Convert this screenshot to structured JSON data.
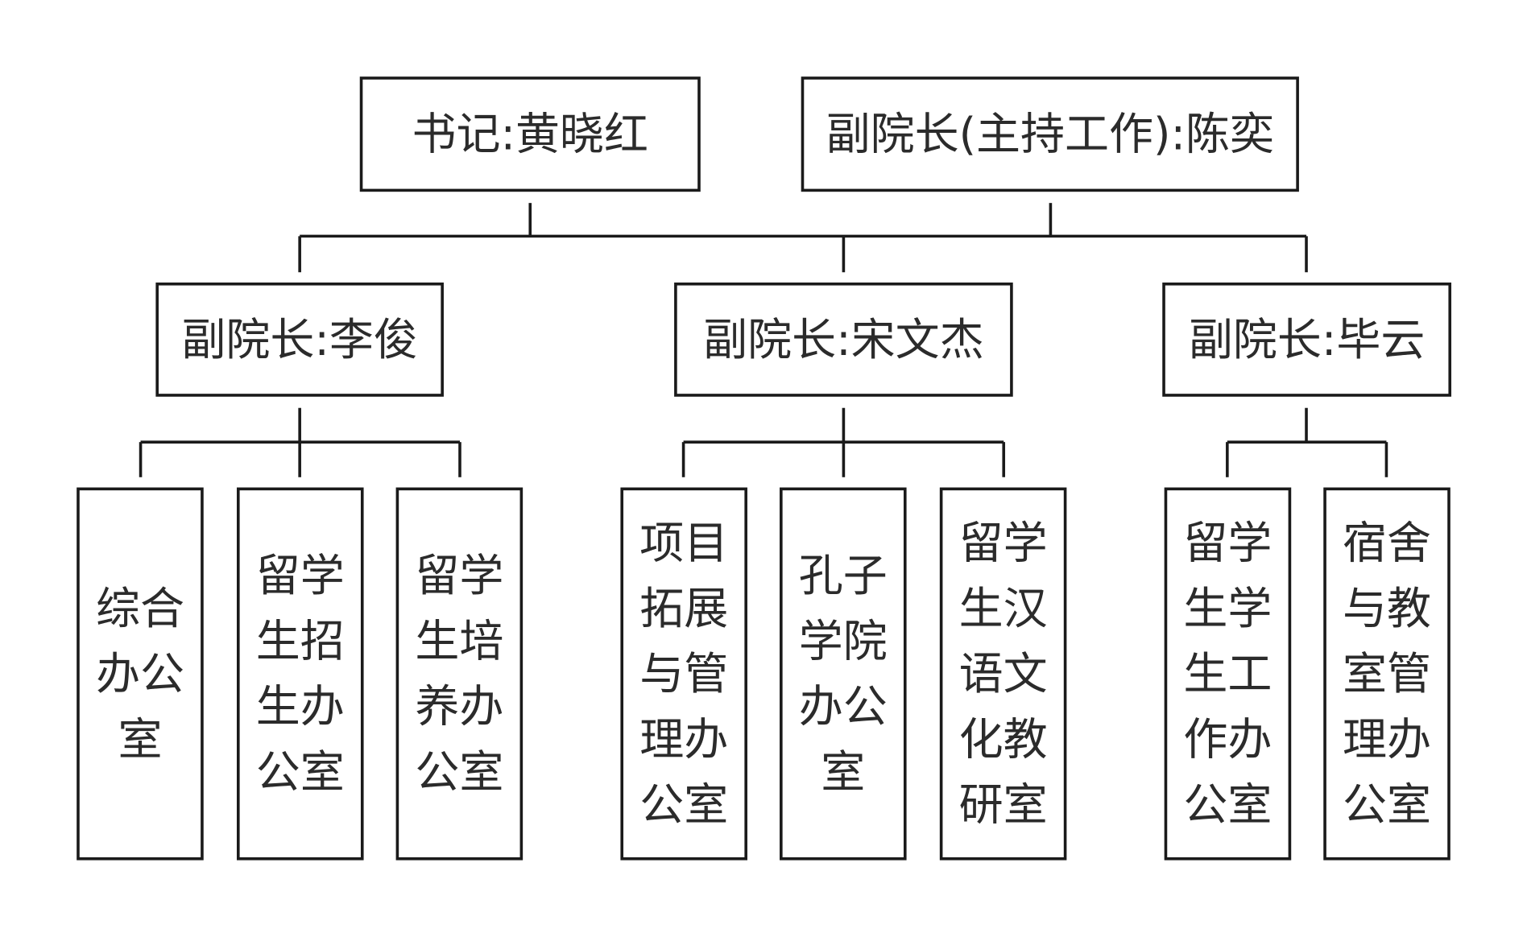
{
  "org_chart": {
    "leaders": [
      {
        "id": "secretary",
        "label": "书记:黄晓红"
      },
      {
        "id": "president",
        "label": "副院长(主持工作):陈奕"
      }
    ],
    "vice_presidents": [
      {
        "id": "vp-li",
        "label": "副院长:李俊"
      },
      {
        "id": "vp-song",
        "label": "副院长:宋文杰"
      },
      {
        "id": "vp-bi",
        "label": "副院长:毕云"
      }
    ],
    "offices": [
      {
        "id": "office-general",
        "parent": "vp-li",
        "label": "综合办公室",
        "lines": [
          "综合",
          "办公",
          "室"
        ]
      },
      {
        "id": "office-recruit",
        "parent": "vp-li",
        "label": "留学生招生办公室",
        "lines": [
          "留学",
          "生招",
          "生办",
          "公室"
        ]
      },
      {
        "id": "office-training",
        "parent": "vp-li",
        "label": "留学生培养办公室",
        "lines": [
          "留学",
          "生培",
          "养办",
          "公室"
        ]
      },
      {
        "id": "office-projects",
        "parent": "vp-song",
        "label": "项目拓展与管理办公室",
        "lines": [
          "项目",
          "拓展",
          "与管",
          "理办",
          "公室"
        ]
      },
      {
        "id": "office-confucius",
        "parent": "vp-song",
        "label": "孔子学院办公室",
        "lines": [
          "孔子",
          "学院",
          "办公",
          "室"
        ]
      },
      {
        "id": "office-chinese",
        "parent": "vp-song",
        "label": "留学生汉语文化教研室",
        "lines": [
          "留学",
          "生汉",
          "语文",
          "化教",
          "研室"
        ]
      },
      {
        "id": "office-student-affairs",
        "parent": "vp-bi",
        "label": "留学生学生工作办公室",
        "lines": [
          "留学",
          "生学",
          "生工",
          "作办",
          "公室"
        ]
      },
      {
        "id": "office-dorm",
        "parent": "vp-bi",
        "label": "宿舍与教室管理办公室",
        "lines": [
          "宿舍",
          "与教",
          "室管",
          "理办",
          "公室"
        ]
      }
    ]
  }
}
